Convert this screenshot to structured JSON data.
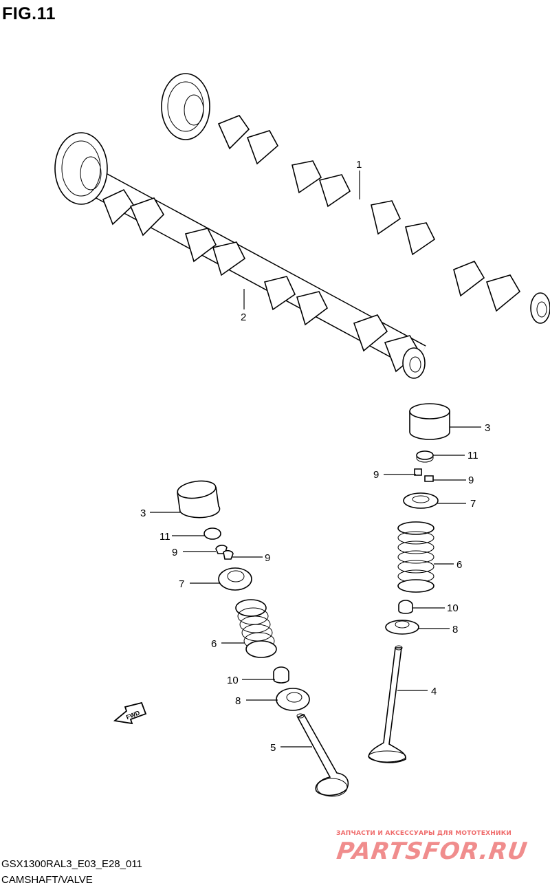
{
  "figure": {
    "title": "FIG.11",
    "model_code": "GSX1300RAL3_E03_E28_011",
    "section_name": "CAMSHAFT/VALVE"
  },
  "callouts": {
    "camshaft_1": "1",
    "camshaft_2": "2",
    "tappet_right": "3",
    "shim_right": "11",
    "cotter_right_a": "9",
    "cotter_right_b": "9",
    "retainer_right": "7",
    "spring_right": "6",
    "seal_right": "10",
    "seat_right": "8",
    "valve_right": "4",
    "tappet_left": "3",
    "shim_left": "11",
    "cotter_left_a": "9",
    "cotter_left_b": "9",
    "retainer_left": "7",
    "spring_left": "6",
    "seal_left": "10",
    "seat_left": "8",
    "valve_left": "5"
  },
  "fwd_arrow": {
    "label": "FWD"
  },
  "watermark": {
    "tagline": "ЗАПЧАСТИ И АКСЕССУАРЫ ДЛЯ МОТОТЕХНИКИ",
    "brand": "PARTSFOR.RU"
  }
}
